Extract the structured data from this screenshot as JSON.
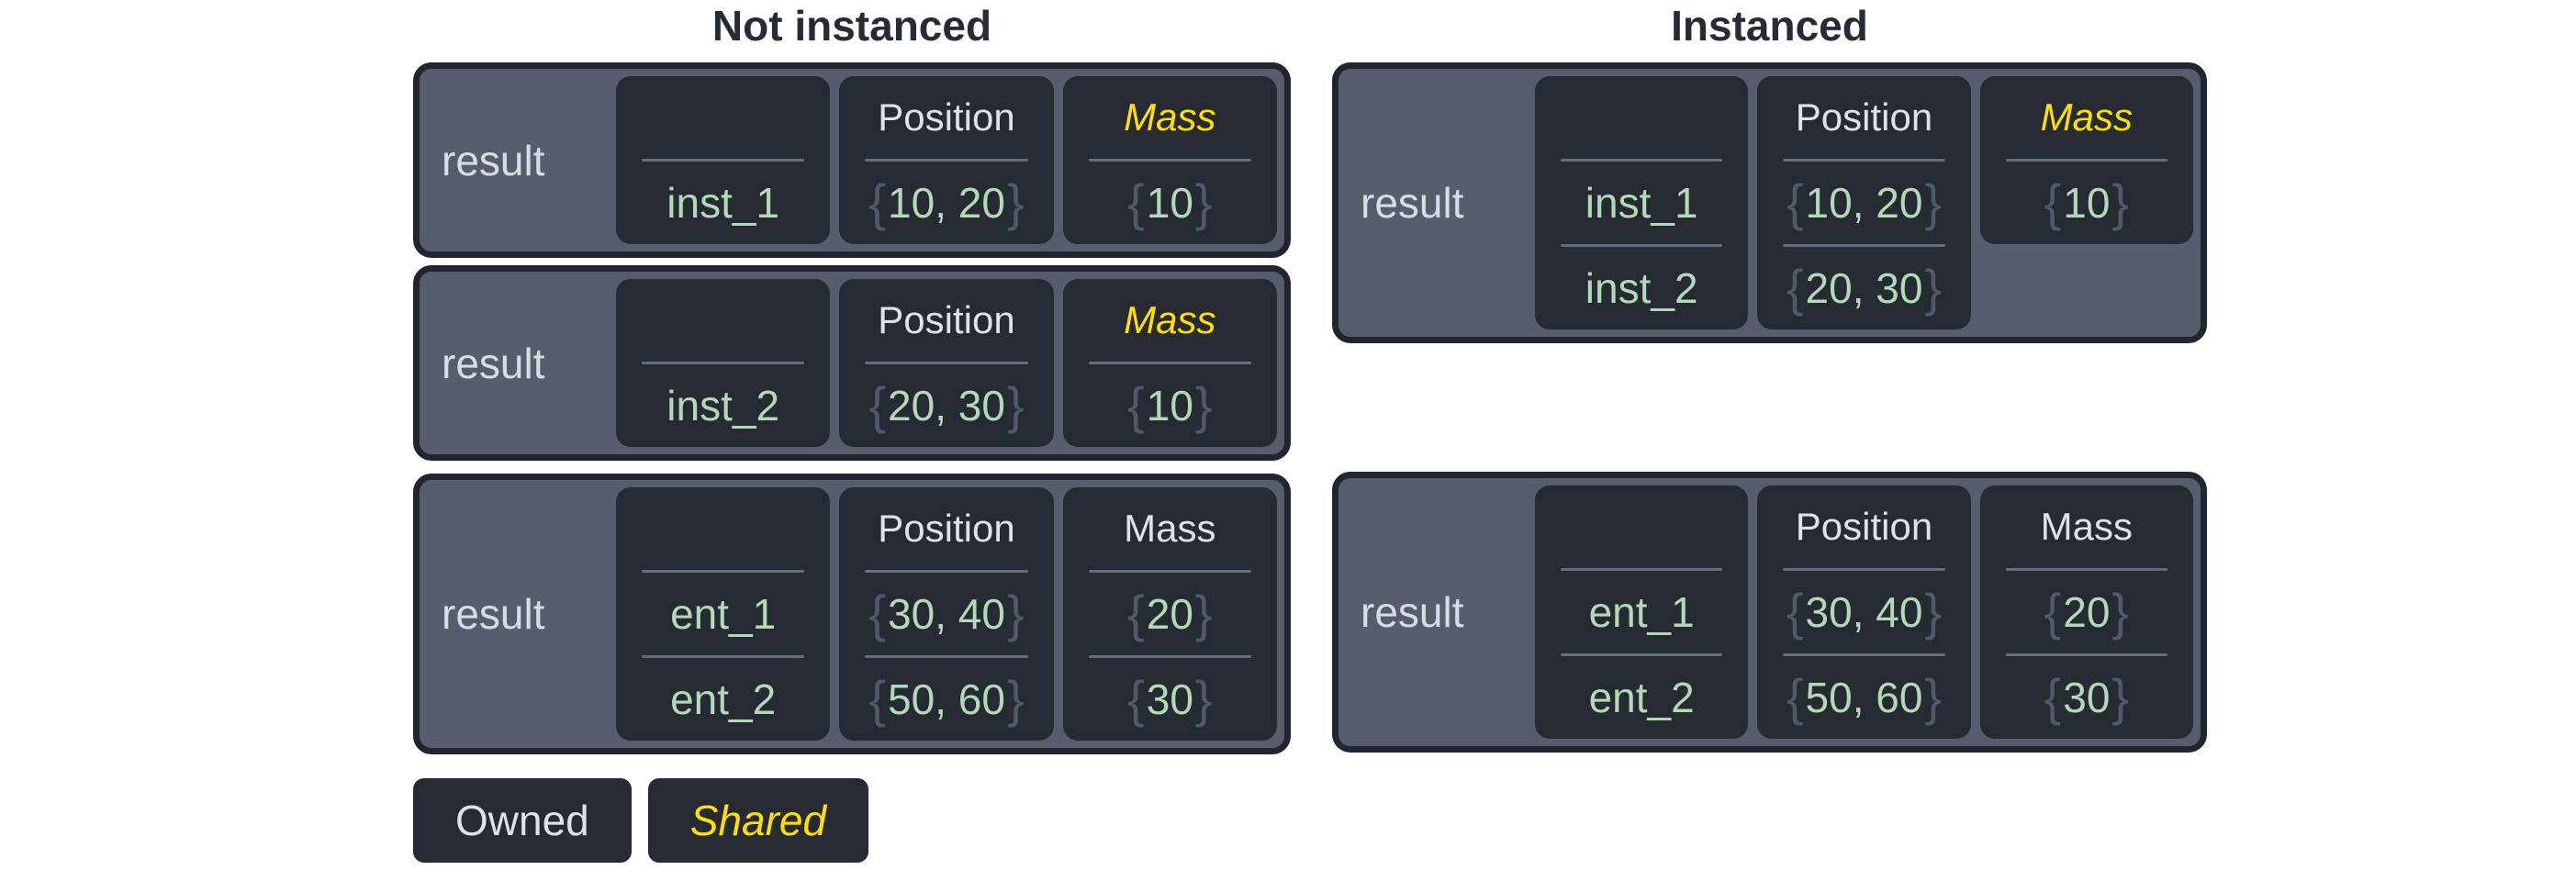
{
  "colors": {
    "page_background": "#ffffff",
    "title_text": "#262b36",
    "table_border": "#21252f",
    "table_background": "#575d6c",
    "cell_background": "#252a33",
    "header_text": "#dfe2e8",
    "shared_accent": "#ffe000",
    "value_text": "#b3d9b6",
    "brace_text": "#515869",
    "divider": "#666c7b",
    "result_text": "#d9dce2"
  },
  "groups": [
    {
      "id": "not-instanced",
      "title": "Not instanced",
      "tables": [
        {
          "row_label": "result",
          "columns": [
            {
              "header": "",
              "shared": false,
              "values": [
                "inst_1"
              ]
            },
            {
              "header": "Position",
              "shared": false,
              "values": [
                "{10, 20}"
              ]
            },
            {
              "header": "Mass",
              "shared": true,
              "values": [
                "{10}"
              ]
            }
          ]
        },
        {
          "row_label": "result",
          "columns": [
            {
              "header": "",
              "shared": false,
              "values": [
                "inst_2"
              ]
            },
            {
              "header": "Position",
              "shared": false,
              "values": [
                "{20, 30}"
              ]
            },
            {
              "header": "Mass",
              "shared": true,
              "values": [
                "{10}"
              ]
            }
          ]
        },
        {
          "row_label": "result",
          "columns": [
            {
              "header": "",
              "shared": false,
              "values": [
                "ent_1",
                "ent_2"
              ]
            },
            {
              "header": "Position",
              "shared": false,
              "values": [
                "{30, 40}",
                "{50, 60}"
              ]
            },
            {
              "header": "Mass",
              "shared": false,
              "values": [
                "{20}",
                "{30}"
              ]
            }
          ]
        }
      ]
    },
    {
      "id": "instanced",
      "title": "Instanced",
      "tables": [
        {
          "row_label": "result",
          "columns": [
            {
              "header": "",
              "shared": false,
              "values": [
                "inst_1",
                "inst_2"
              ]
            },
            {
              "header": "Position",
              "shared": false,
              "values": [
                "{10, 20}",
                "{20, 30}"
              ]
            },
            {
              "header": "Mass",
              "shared": true,
              "short": true,
              "values": [
                "{10}"
              ]
            }
          ]
        },
        {
          "row_label": "result",
          "columns": [
            {
              "header": "",
              "shared": false,
              "values": [
                "ent_1",
                "ent_2"
              ]
            },
            {
              "header": "Position",
              "shared": false,
              "values": [
                "{30, 40}",
                "{50, 60}"
              ]
            },
            {
              "header": "Mass",
              "shared": false,
              "values": [
                "{20}",
                "{30}"
              ]
            }
          ]
        }
      ]
    }
  ],
  "legend": {
    "items": [
      {
        "label": "Owned",
        "shared": false
      },
      {
        "label": "Shared",
        "shared": true
      }
    ]
  }
}
